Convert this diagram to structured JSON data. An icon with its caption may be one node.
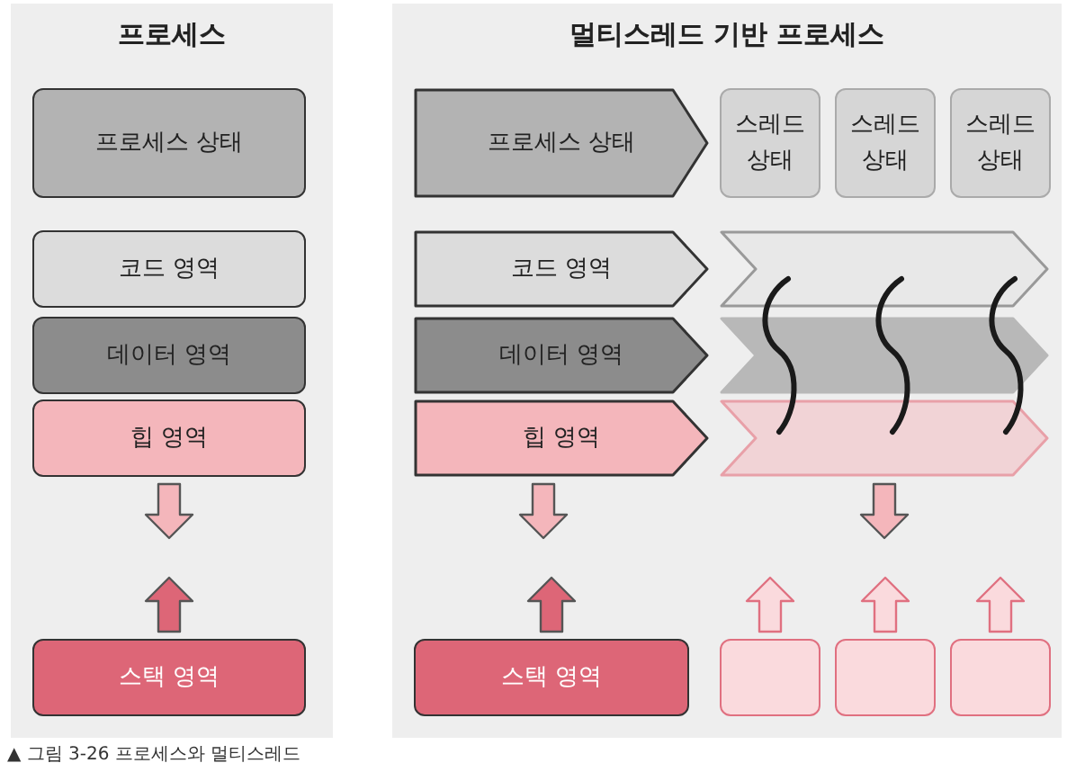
{
  "diagram": {
    "caption": "▲ 그림 3-26 프로세스와 멀티스레드",
    "nodes": [
      {
        "text": [
          "프로세스"
        ]
      },
      {
        "text": [
          "프로세스 상태"
        ],
        "in": 0
      },
      {
        "text": [
          "코드 영역"
        ],
        "in": 0
      },
      {
        "text": [
          "데이터 영역"
        ],
        "in": 0
      },
      {
        "text": [
          "힙 영역"
        ],
        "in": 0
      },
      {
        "text": [
          "스택 영역"
        ],
        "in": 0
      },
      {
        "text": [
          "멀티스레드 기반 프로세스"
        ]
      },
      {
        "text": [
          "프로세스 상태"
        ],
        "in": 6
      },
      {
        "text": [
          "스레드 상태"
        ],
        "in": 6
      },
      {
        "text": [
          "스레드 상태"
        ],
        "in": 6
      },
      {
        "text": [
          "스레드 상태"
        ],
        "in": 6
      },
      {
        "text": [
          "코드 영역"
        ],
        "in": 6
      },
      {
        "text": [
          "데이터 영역"
        ],
        "in": 6
      },
      {
        "text": [
          "힙 영역"
        ],
        "in": 6
      },
      {
        "text": [],
        "shape": "chevron",
        "in": 6
      },
      {
        "text": [],
        "shape": "chevron",
        "in": 6
      },
      {
        "text": [],
        "shape": "chevron",
        "in": 6
      },
      {
        "text": [
          "스택 영역"
        ],
        "in": 6
      },
      {
        "text": [],
        "shape": "box",
        "in": 6
      },
      {
        "text": [],
        "shape": "box",
        "in": 6
      },
      {
        "text": [],
        "shape": "box",
        "in": 6
      }
    ],
    "edges": [
      {
        "from": 4,
        "to": null,
        "arrow": "to"
      },
      {
        "from": 5,
        "to": null,
        "arrow": "to"
      },
      {
        "from": 13,
        "to": null,
        "arrow": "to"
      },
      {
        "from": 17,
        "to": null,
        "arrow": "to"
      },
      {
        "from": 16,
        "to": null,
        "arrow": "to"
      },
      {
        "from": 18,
        "to": null,
        "arrow": "to"
      },
      {
        "from": 19,
        "to": null,
        "arrow": "to"
      },
      {
        "from": 20,
        "to": null,
        "arrow": "to"
      }
    ]
  }
}
